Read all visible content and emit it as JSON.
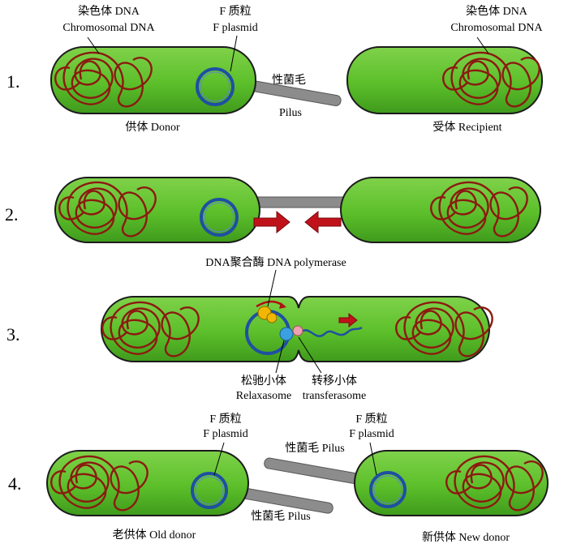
{
  "steps": [
    "1.",
    "2.",
    "3.",
    "4."
  ],
  "labels": {
    "chromosomal_cn": "染色体 DNA",
    "chromosomal_en": "Chromosomal DNA",
    "fplasmid_cn": "F 质粒",
    "fplasmid_en": "F plasmid",
    "pilus_cn": "性菌毛",
    "pilus_en": "Pilus",
    "pilus_combo": "性菌毛 Pilus",
    "donor": "供体 Donor",
    "recipient": "受体 Recipient",
    "dna_polymerase": "DNA聚合酶 DNA polymerase",
    "relaxasome_cn": "松驰小体",
    "relaxasome_en": "Relaxasome",
    "transferasome_cn": "转移小体",
    "transferasome_en": "transferasome",
    "old_donor": "老供体 Old donor",
    "new_donor": "新供体 New donor"
  },
  "colors": {
    "cell_fill": "#5cbf2a",
    "cell_stroke": "#1b1b1b",
    "chromosome": "#8b1a10",
    "plasmid": "#1f4fa3",
    "pilus": "#8c8c8c",
    "arrow": "#c0121a",
    "polymerase": "#f2b705",
    "relaxase": "#3aa0e0",
    "transferase": "#f0a0b0"
  }
}
